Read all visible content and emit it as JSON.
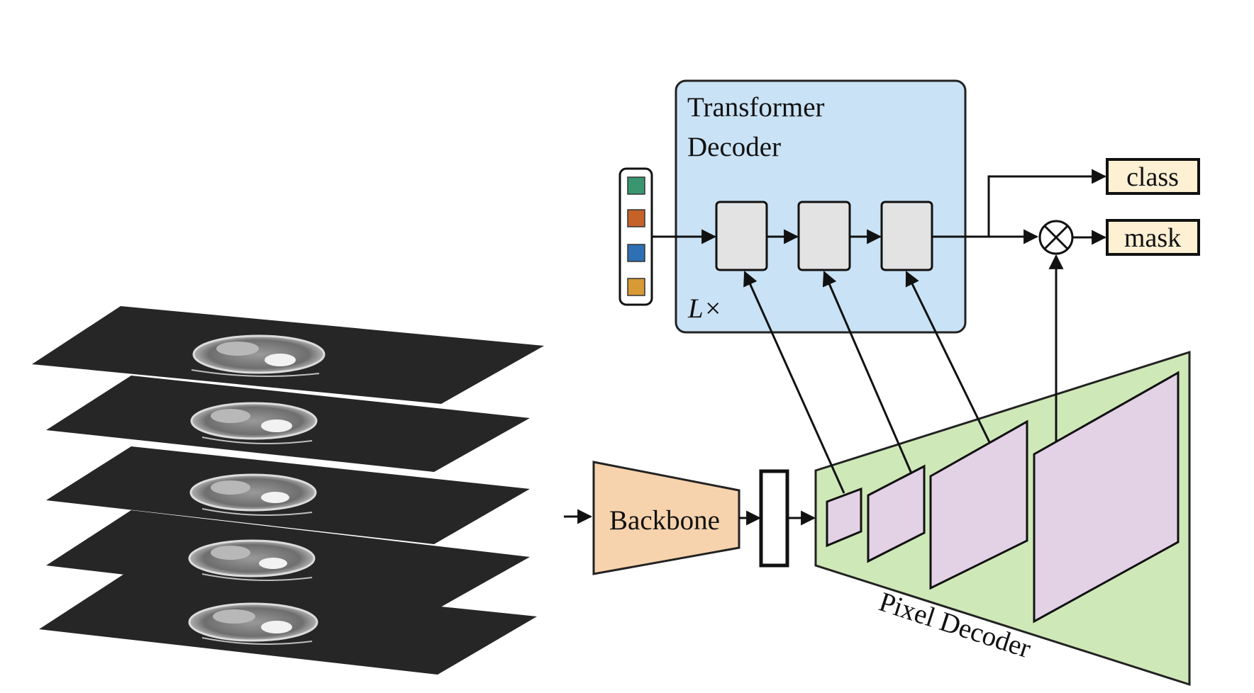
{
  "diagram": {
    "transformer_decoder": {
      "title_line1": "Transformer",
      "title_line2": "Decoder",
      "repeat_label": "L×"
    },
    "outputs": {
      "class_label": "class",
      "mask_label": "mask",
      "multiply_symbol": "⊗"
    },
    "backbone": {
      "label": "Backbone"
    },
    "pixel_decoder": {
      "label": "Pixel Decoder"
    },
    "query_colors": [
      "#3a9670",
      "#c4622a",
      "#2f6fb3",
      "#d89a35"
    ],
    "colors": {
      "transformer_bg": "#c9e2f5",
      "block_fill": "#e3e3e3",
      "output_fill": "#fdf0d3",
      "backbone_fill": "#f6d3ad",
      "pixel_decoder_fill": "#cfe8b8",
      "feature_map_fill": "#e3d2e6",
      "ct_slice_bg": "#262626"
    }
  }
}
